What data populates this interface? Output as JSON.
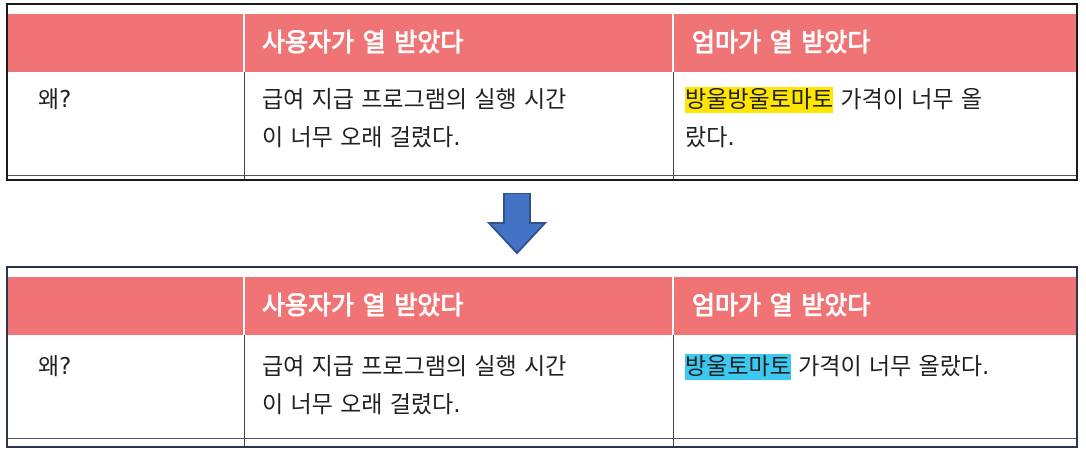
{
  "before": {
    "header": {
      "col1": "",
      "col2": "사용자가 열 받았다",
      "col3": "엄마가 열 받았다"
    },
    "row": {
      "label": "왜?",
      "col2_line1": "급여 지급 프로그램의 실행 시간",
      "col2_line2": "이 너무 오래 걸렸다.",
      "col3_highlight": "방울방울토마토",
      "col3_rest": " 가격이 너무 올",
      "col3_line2": "랐다."
    }
  },
  "after": {
    "header": {
      "col1": "",
      "col2": "사용자가 열 받았다",
      "col3": "엄마가 열 받았다"
    },
    "row": {
      "label": "왜?",
      "col2_line1": "급여 지급 프로그램의 실행 시간",
      "col2_line2": "이 너무 오래 걸렸다.",
      "col3_highlight": "방울토마토",
      "col3_rest": " 가격이 너무 올랐다."
    }
  },
  "colors": {
    "header_bg": "#f07375",
    "highlight_yellow": "#ffe600",
    "highlight_blue": "#3cc8f0",
    "arrow": "#4472c4"
  },
  "icons": {
    "arrow": "down-arrow-icon"
  }
}
